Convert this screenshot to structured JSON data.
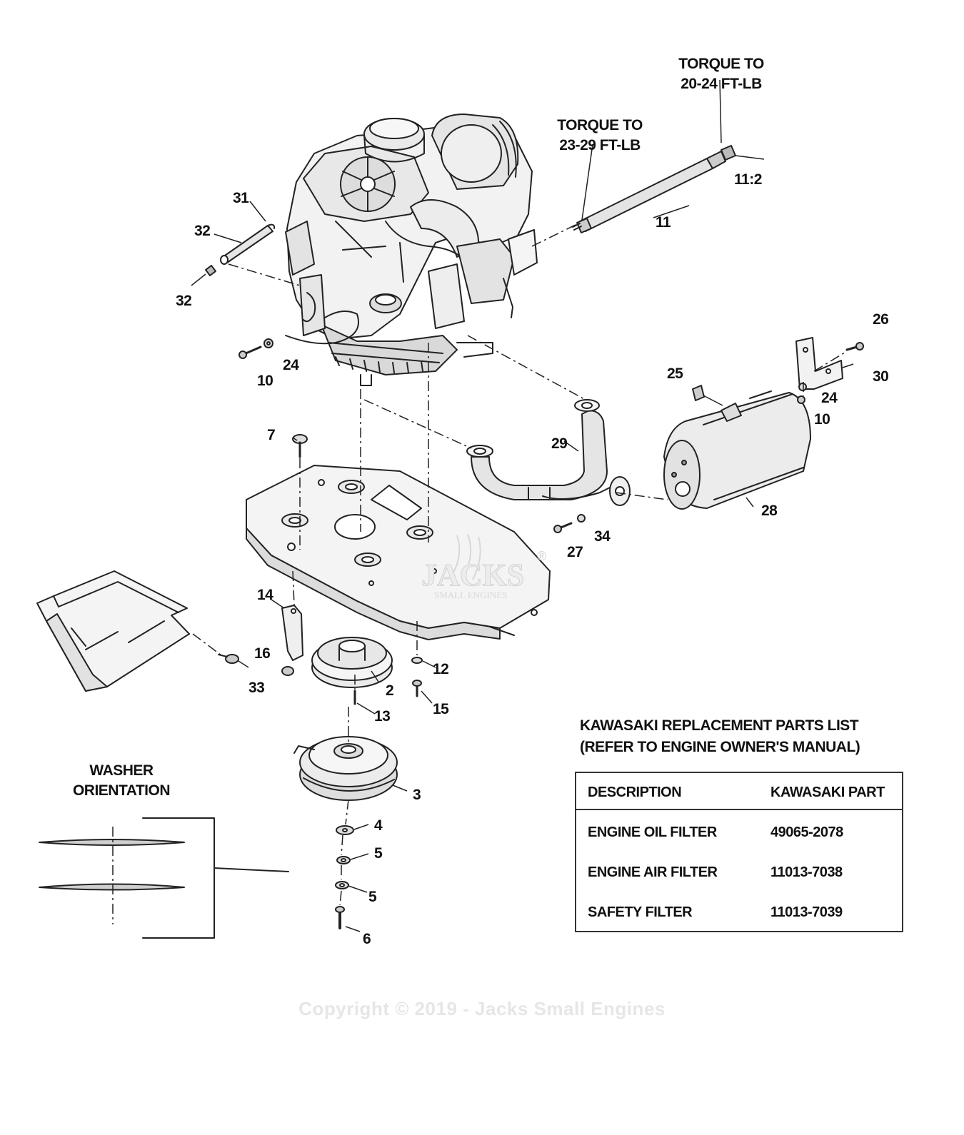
{
  "notes": {
    "torque_top_line1": "TORQUE TO",
    "torque_top_line2": "20-24 FT-LB",
    "torque_mid_line1": "TORQUE TO",
    "torque_mid_line2": "23-29 FT-LB",
    "washer_line1": "WASHER",
    "washer_line2": "ORIENTATION"
  },
  "callouts": {
    "c31": "31",
    "c32a": "32",
    "c32b": "32",
    "c10a": "10",
    "c24a": "24",
    "c11": "11",
    "c11_2": "11:2",
    "c26": "26",
    "c25": "25",
    "c30": "30",
    "c24b": "24",
    "c10b": "10",
    "c7": "7",
    "c29": "29",
    "c28": "28",
    "c27": "27",
    "c34": "34",
    "c14": "14",
    "c16": "16",
    "c33": "33",
    "c12": "12",
    "c2": "2",
    "c13": "13",
    "c15": "15",
    "c3": "3",
    "c4": "4",
    "c5a": "5",
    "c5b": "5",
    "c6": "6"
  },
  "parts_list": {
    "title_line1": "KAWASAKI REPLACEMENT PARTS LIST",
    "title_line2": "(REFER TO ENGINE OWNER'S MANUAL)",
    "header": {
      "description": "DESCRIPTION",
      "part": "KAWASAKI PART"
    },
    "rows": [
      {
        "description": "ENGINE OIL FILTER",
        "part": "49065-2078"
      },
      {
        "description": "ENGINE AIR FILTER",
        "part": "11013-7038"
      },
      {
        "description": "SAFETY FILTER",
        "part": "11013-7039"
      }
    ]
  },
  "watermark": {
    "brand": "JACKS",
    "sub": "SMALL ENGINES",
    "mark": "®"
  },
  "copyright": "Copyright © 2019 - Jacks Small Engines"
}
